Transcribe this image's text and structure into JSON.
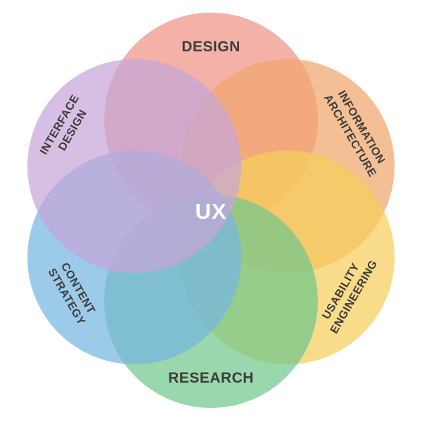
{
  "diagram": {
    "center_label": "UX",
    "petals": [
      {
        "id": "design",
        "lines": [
          "DESIGN"
        ],
        "color": "#ef9387"
      },
      {
        "id": "information-architecture",
        "lines": [
          "INFORMATION",
          "ARCHITECTURE"
        ],
        "color": "#f0a66c"
      },
      {
        "id": "usability-engineering",
        "lines": [
          "USABILITY",
          "ENGINEERING"
        ],
        "color": "#f5cf5c"
      },
      {
        "id": "research",
        "lines": [
          "RESEARCH"
        ],
        "color": "#72c88c"
      },
      {
        "id": "content-strategy",
        "lines": [
          "CONTENT",
          "STRATEGY"
        ],
        "color": "#76b6e0"
      },
      {
        "id": "interface-design",
        "lines": [
          "INTERFACE",
          "DESIGN"
        ],
        "color": "#c6a6d8"
      }
    ]
  }
}
